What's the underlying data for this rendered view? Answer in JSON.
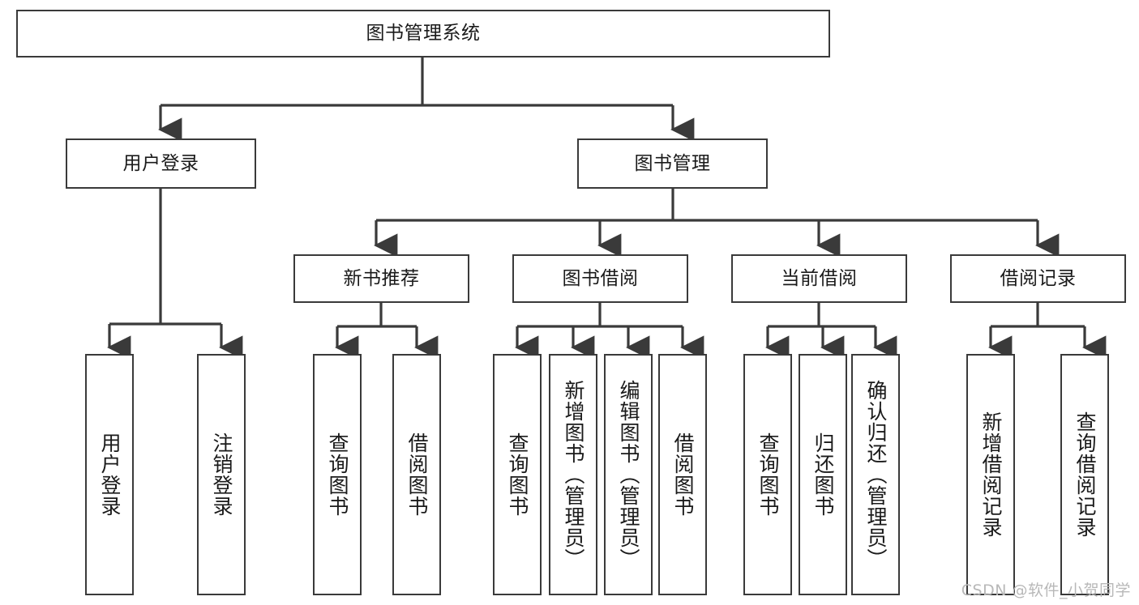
{
  "diagram": {
    "type": "tree-hierarchy",
    "title": "图书管理系统",
    "watermark": "CSDN @软件_小贺同学",
    "colors": {
      "box_border": "#3a3a3a",
      "box_fill": "#ffffff",
      "line": "#3a3a3a",
      "text": "#1a1a1a",
      "watermark": "#b8b8b8"
    },
    "root": {
      "label": "图书管理系统"
    },
    "level2": [
      {
        "label": "用户登录"
      },
      {
        "label": "图书管理"
      }
    ],
    "level3": [
      {
        "label": "新书推荐"
      },
      {
        "label": "图书借阅"
      },
      {
        "label": "当前借阅"
      },
      {
        "label": "借阅记录"
      }
    ],
    "leaves": {
      "user_login": [
        {
          "label": "用户登录"
        },
        {
          "label": "注销登录"
        }
      ],
      "new_book_recommend": [
        {
          "label": "查询图书"
        },
        {
          "label": "借阅图书"
        }
      ],
      "book_borrow": [
        {
          "label": "查询图书"
        },
        {
          "label": "新增图书（管理员）"
        },
        {
          "label": "编辑图书（管理员）"
        },
        {
          "label": "借阅图书"
        }
      ],
      "current_borrow": [
        {
          "label": "查询图书"
        },
        {
          "label": "归还图书"
        },
        {
          "label": "确认归还（管理员）"
        }
      ],
      "borrow_record": [
        {
          "label": "新增借阅记录"
        },
        {
          "label": "查询借阅记录"
        }
      ]
    }
  }
}
